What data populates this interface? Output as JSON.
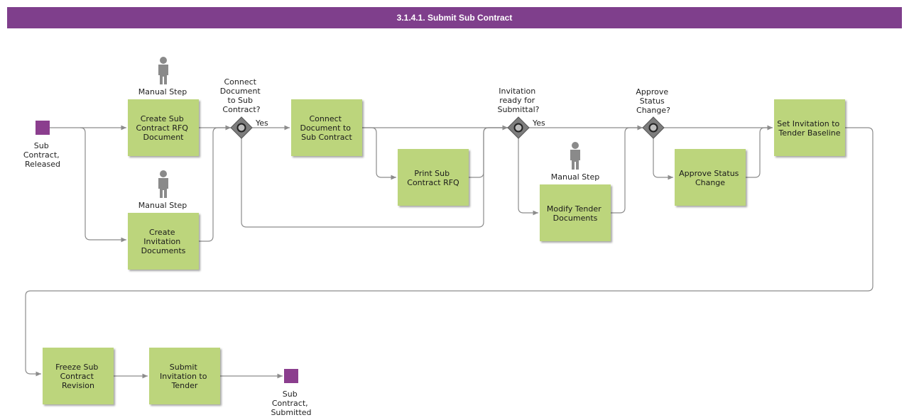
{
  "title": "3.1.4.1. Submit Sub Contract",
  "colors": {
    "header": "#7f3f8c",
    "task_fill": "#bcd57c",
    "event_fill": "#8b3e8e",
    "gateway_fill": "#7d7d7d",
    "connector": "#8c8c8c",
    "person": "#8a8a8a"
  },
  "events": {
    "start": {
      "label": [
        "Sub",
        "Contract,",
        "Released"
      ]
    },
    "end": {
      "label": [
        "Sub",
        "Contract,",
        "Submitted"
      ]
    }
  },
  "tasks": {
    "create_rfq": {
      "label": [
        "Create Sub",
        "Contract RFQ",
        "Document"
      ]
    },
    "create_invitation": {
      "label": [
        "Create",
        "Invitation",
        "Documents"
      ]
    },
    "connect_document": {
      "label": [
        "Connect",
        "Document to",
        "Sub Contract"
      ]
    },
    "print_rfq": {
      "label": [
        "Print Sub",
        "Contract RFQ"
      ]
    },
    "modify_tender": {
      "label": [
        "Modify Tender",
        "Documents"
      ]
    },
    "approve_status": {
      "label": [
        "Approve Status",
        "Change"
      ]
    },
    "set_baseline": {
      "label": [
        "Set Invitation to",
        "Tender Baseline"
      ]
    },
    "freeze_revision": {
      "label": [
        "Freeze Sub",
        "Contract",
        "Revision"
      ]
    },
    "submit_invitation": {
      "label": [
        "Submit",
        "Invitation to",
        "Tender"
      ]
    }
  },
  "gateways": {
    "g1": {
      "label": [
        "Connect",
        "Document",
        "to Sub",
        "Contract?"
      ],
      "yes": "Yes"
    },
    "g2": {
      "label": [
        "Invitation",
        "ready for",
        "Submittal?"
      ],
      "yes": "Yes"
    },
    "g3": {
      "label": [
        "Approve",
        "Status",
        "Change?"
      ]
    }
  },
  "manual_step_label": "Manual Step"
}
